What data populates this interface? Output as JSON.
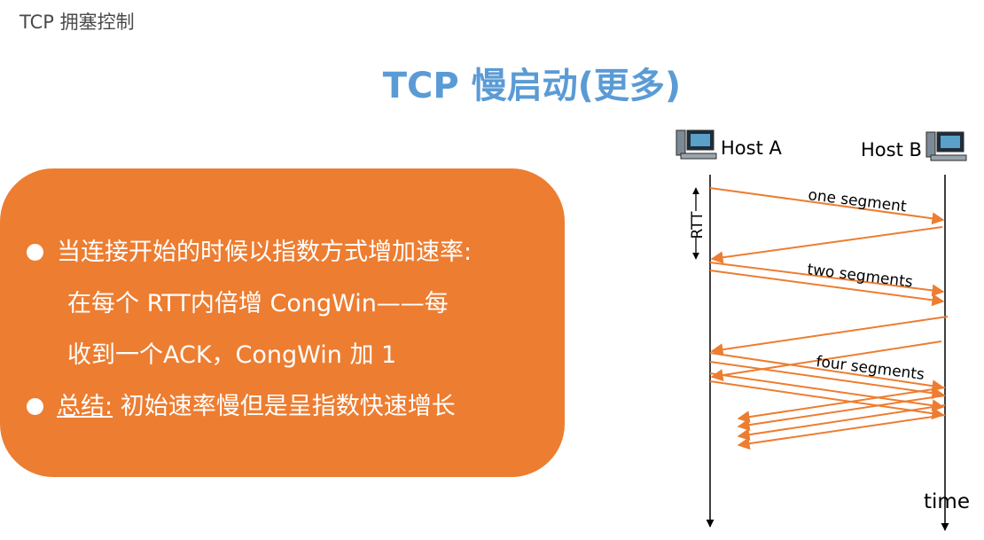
{
  "header": {
    "label": "TCP 拥塞控制"
  },
  "title": "TCP 慢启动(更多)",
  "callout": {
    "bullets": [
      {
        "lines": [
          "当连接开始的时候以指数方式增加速率:",
          "在每个 RTT内倍增 CongWin——每",
          "收到一个ACK，CongWin 加 1"
        ]
      },
      {
        "prefix": "总结:",
        "text": " 初始速率慢但是呈指数快速增长"
      }
    ]
  },
  "diagram": {
    "host_a": "Host A",
    "host_b": "Host B",
    "rtt_label": "RTT",
    "time_label": "time",
    "segment_labels": {
      "one": "one segment",
      "two": "two segments",
      "four": "four segments"
    },
    "arrow_color": "#ed7d31"
  }
}
